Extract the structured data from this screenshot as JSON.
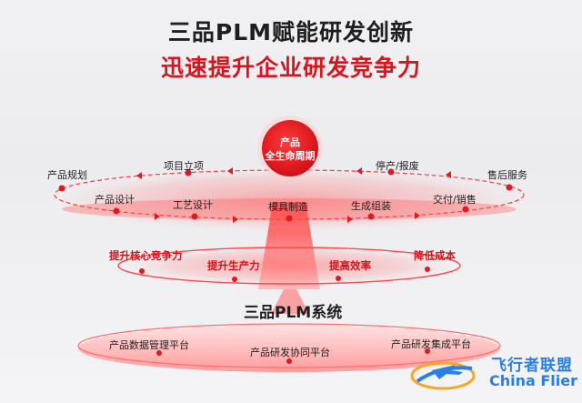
{
  "header": {
    "title": "三品PLM赋能研发创新",
    "subtitle": "迅速提升企业研发竞争力"
  },
  "center": {
    "line1": "产品",
    "line2": "全生命周期"
  },
  "outer_ring": {
    "top_items": [
      "产品规划",
      "项目立项",
      "停产/报废",
      "售后服务"
    ],
    "bottom_items": [
      "产品设计",
      "工艺设计",
      "模具制造",
      "生成组装",
      "交付/销售"
    ]
  },
  "middle_ring": {
    "items": [
      "提升核心竞争力",
      "提升生产力",
      "提高效率",
      "降低成本"
    ]
  },
  "system": {
    "title": "三品PLM系统",
    "platforms": [
      "产品数据管理平台",
      "产品研发协同平台",
      "产品研发集成平台"
    ]
  },
  "watermark": {
    "cn": "飞行者联盟",
    "en": "China Flier"
  },
  "colors": {
    "accent_red": "#d9141c",
    "watermark_blue": "#2a7ee6"
  }
}
